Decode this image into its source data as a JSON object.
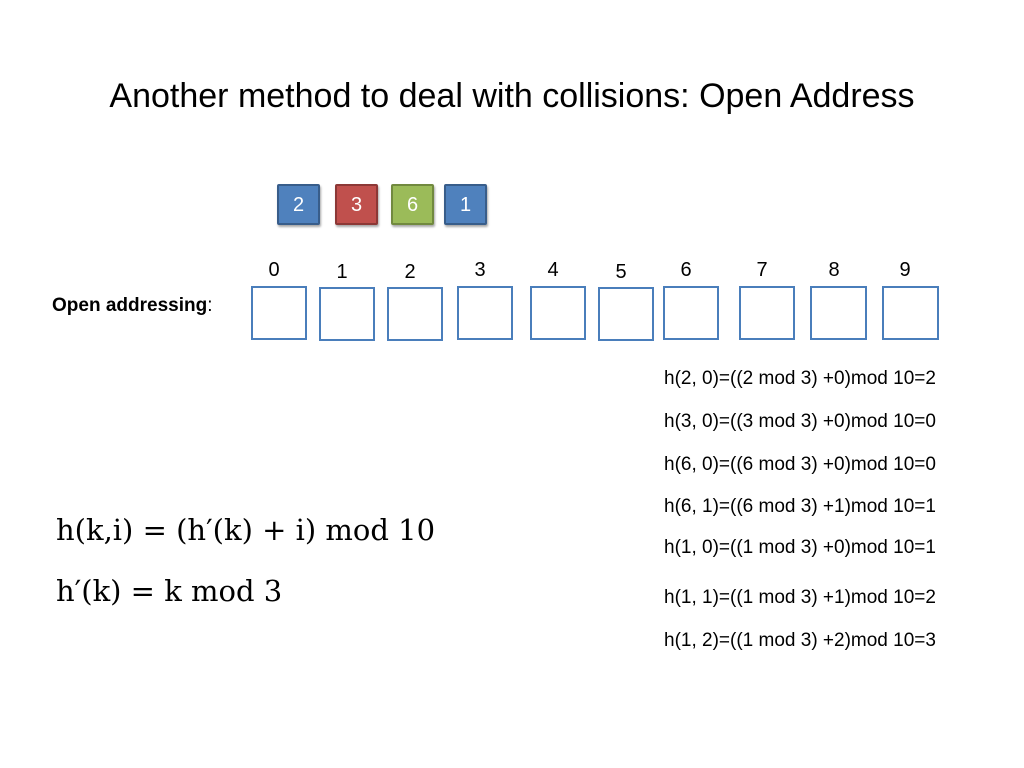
{
  "title": "Another method to deal with collisions: Open Address",
  "keys": [
    {
      "label": "2",
      "color": "#4f81bd"
    },
    {
      "label": "3",
      "color": "#c0504d"
    },
    {
      "label": "6",
      "color": "#9bbb59"
    },
    {
      "label": "1",
      "color": "#4f81bd"
    }
  ],
  "slot_indices": [
    "0",
    "1",
    "2",
    "3",
    "4",
    "5",
    "6",
    "7",
    "8",
    "9"
  ],
  "open_addressing": {
    "label": "Open addressing",
    "suffix": ":"
  },
  "calculations": [
    "h(2, 0)=((2 mod 3) +0)mod 10=2",
    "h(3, 0)=((3 mod 3) +0)mod 10=0",
    "h(6, 0)=((6 mod 3) +0)mod 10=0",
    "h(6, 1)=((6 mod 3) +1)mod 10=1",
    "h(1, 0)=((1 mod 3) +0)mod 10=1",
    "h(1, 1)=((1 mod 3) +1)mod 10=2",
    "h(1, 2)=((1 mod 3) +2)mod 10=3"
  ],
  "formulas": {
    "hash_function": "h(k,i) = (h′(k) + i) mod 10",
    "aux_function": "h′(k) = k mod 3"
  },
  "colors": {
    "slot_border": "#4a7ebb"
  }
}
